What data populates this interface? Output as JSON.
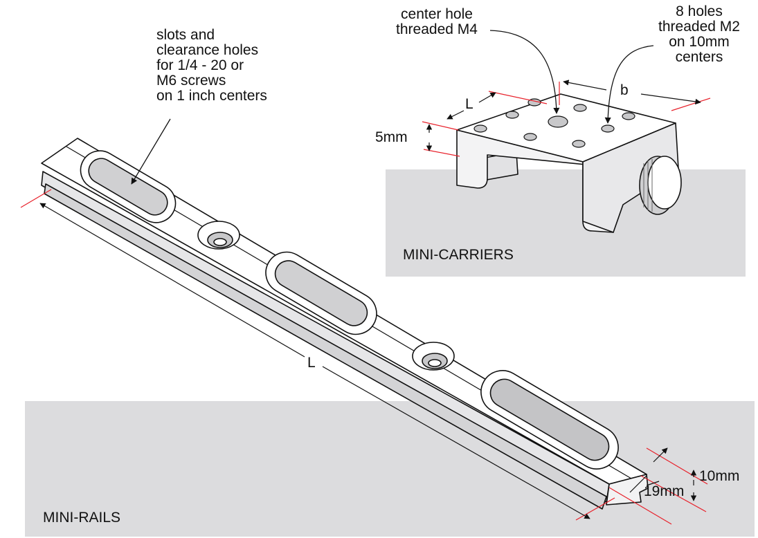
{
  "labels": {
    "slots_note": [
      "slots and",
      "clearance holes",
      "for 1/4 - 20 or",
      "M6 screws",
      "on 1 inch centers"
    ],
    "center_hole": [
      "center hole",
      "threaded M4"
    ],
    "eight_holes": [
      "8 holes",
      "threaded M2",
      "on 10mm",
      "centers"
    ],
    "carrier_length": "L",
    "carrier_width": "b",
    "carrier_height": "5mm",
    "rail_length": "L",
    "rail_height": "10mm",
    "rail_width": "19mm",
    "mini_carriers": "MINI-CARRIERS",
    "mini_rails": "MINI-RAILS"
  },
  "colors": {
    "panel": "#dcdcde",
    "dimension_line": "#e8202a",
    "outline": "#111111",
    "metal_light": "#ffffff",
    "metal_shade": "#c8c8ca"
  }
}
